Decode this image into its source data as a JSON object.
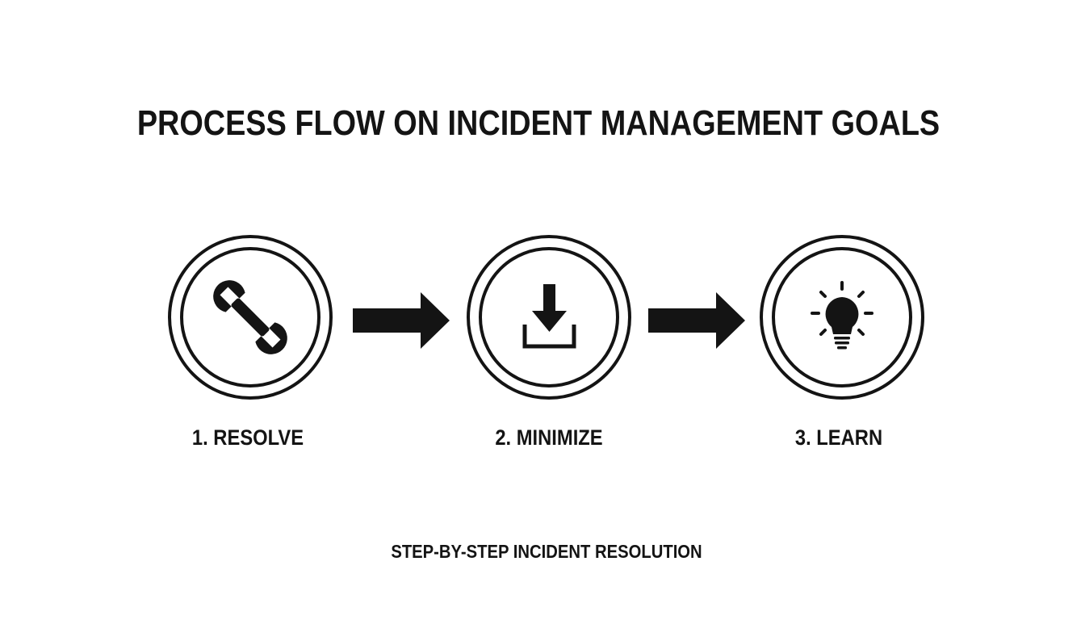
{
  "title": "PROCESS FLOW ON INCIDENT MANAGEMENT GOALS",
  "steps": [
    {
      "label": "1. RESOLVE",
      "icon": "wrench-icon"
    },
    {
      "label": "2. MINIMIZE",
      "icon": "download-tray-icon"
    },
    {
      "label": "3. LEARN",
      "icon": "lightbulb-icon"
    }
  ],
  "footer": "STEP-BY-STEP INCIDENT RESOLUTION",
  "colors": {
    "ink": "#141414",
    "background": "#ffffff"
  }
}
